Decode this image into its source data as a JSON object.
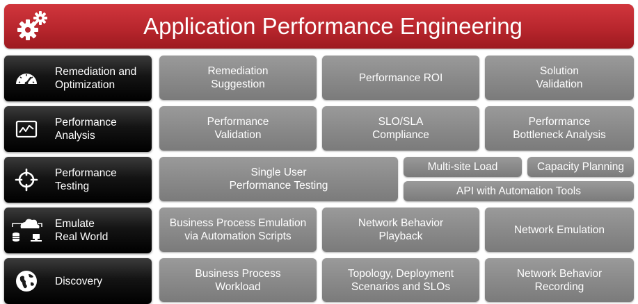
{
  "header": {
    "title": "Application Performance Engineering",
    "icon": "gears-icon",
    "color": "#b8262d"
  },
  "rows": [
    {
      "category": {
        "label": "Remediation and\nOptimization",
        "icon": "speedometer-icon"
      },
      "items": [
        "Remediation\nSuggestion",
        "Performance ROI",
        "Solution\nValidation"
      ]
    },
    {
      "category": {
        "label": "Performance\nAnalysis",
        "icon": "line-chart-icon"
      },
      "items": [
        "Performance\nValidation",
        "SLO/SLA\nCompliance",
        "Performance\nBottleneck Analysis"
      ]
    },
    {
      "category": {
        "label": "Performance\nTesting",
        "icon": "crosshair-icon"
      },
      "items": [
        "Single User\nPerformance Testing",
        "Multi-site Load",
        "Capacity Planning",
        "API with Automation Tools"
      ]
    },
    {
      "category": {
        "label": "Emulate\nReal World",
        "icon": "cloud-network-icon"
      },
      "items": [
        "Business Process Emulation\nvia Automation Scripts",
        "Network Behavior\nPlayback",
        "Network Emulation"
      ]
    },
    {
      "category": {
        "label": "Discovery",
        "icon": "globe-icon"
      },
      "items": [
        "Business Process\nWorkload",
        "Topology, Deployment\nScenarios and SLOs",
        "Network Behavior\nRecording"
      ]
    }
  ]
}
